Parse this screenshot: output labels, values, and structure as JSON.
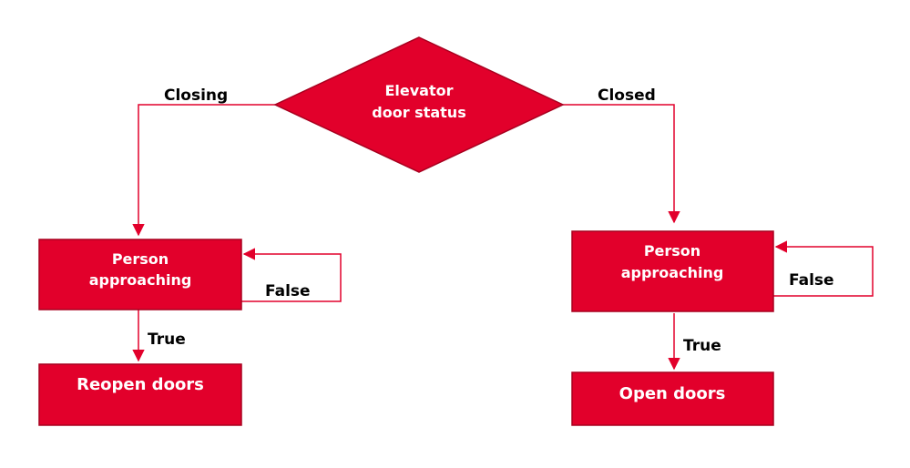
{
  "diagram": {
    "decision": {
      "line1": "Elevator",
      "line2": "door status"
    },
    "left_branch": {
      "label": "Closing",
      "check": {
        "line1": "Person",
        "line2": "approaching"
      },
      "false_label": "False",
      "true_label": "True",
      "action": "Reopen doors"
    },
    "right_branch": {
      "label": "Closed",
      "check": {
        "line1": "Person",
        "line2": "approaching"
      },
      "false_label": "False",
      "true_label": "True",
      "action": "Open doors"
    },
    "colors": {
      "node_fill": "#e2002b",
      "edge": "#e2002b",
      "node_text": "#ffffff",
      "label_text": "#000000"
    }
  }
}
